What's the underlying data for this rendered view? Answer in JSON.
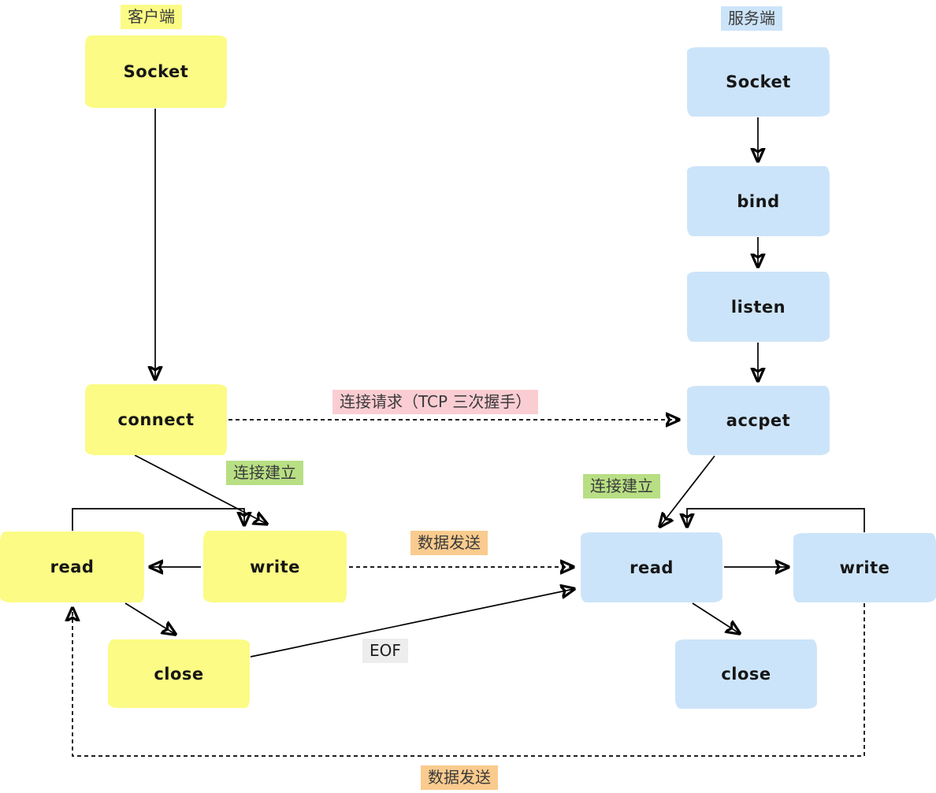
{
  "diagram": {
    "headers": {
      "client": "客户端",
      "server": "服务端"
    },
    "nodes": {
      "client_socket": {
        "label": "Socket"
      },
      "client_connect": {
        "label": "connect"
      },
      "client_read": {
        "label": "read"
      },
      "client_write": {
        "label": "write"
      },
      "client_close": {
        "label": "close"
      },
      "server_socket": {
        "label": "Socket"
      },
      "server_bind": {
        "label": "bind"
      },
      "server_listen": {
        "label": "listen"
      },
      "server_accpet": {
        "label": "accpet"
      },
      "server_read": {
        "label": "read"
      },
      "server_write": {
        "label": "write"
      },
      "server_close": {
        "label": "close"
      }
    },
    "annotations": {
      "handshake": "连接请求（TCP 三次握手）",
      "established_left": "连接建立",
      "established_right": "连接建立",
      "data_send_mid": "数据发送",
      "eof": "EOF",
      "data_send_bottom": "数据发送"
    },
    "colors": {
      "client_fill": "#FBFB85",
      "server_fill": "#CCE4F9",
      "handshake_bg": "#FACDD2",
      "established_bg": "#B8DF84",
      "data_send_bg": "#FACB8E",
      "eof_bg": "#EDEDED",
      "line": "#000000"
    }
  }
}
